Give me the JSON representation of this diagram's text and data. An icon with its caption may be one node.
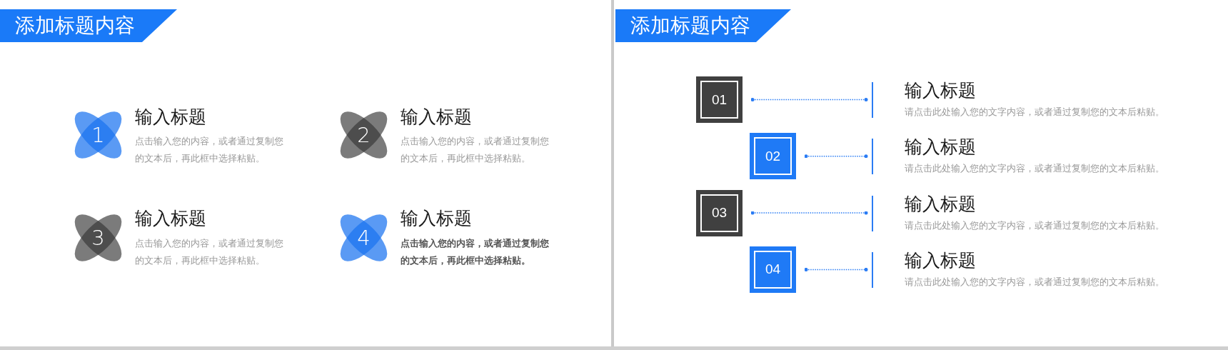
{
  "diagram": {
    "nodes": [
      {
        "text": [
          "添加标题内容"
        ]
      },
      {
        "text": [
          "1"
        ],
        "beside": [
          "输入标题",
          "点击输入您的内容，或者通过复制您的文本后，再此框中选择粘贴。"
        ]
      },
      {
        "text": [
          "2"
        ],
        "beside": [
          "输入标题",
          "点击输入您的内容，或者通过复制您的文本后，再此框中选择粘贴。"
        ]
      },
      {
        "text": [
          "3"
        ],
        "beside": [
          "输入标题",
          "点击输入您的内容，或者通过复制您的文本后，再此框中选择粘贴。"
        ]
      },
      {
        "text": [
          "4"
        ],
        "beside": [
          "输入标题",
          "点击输入您的内容，或者通过复制您的文本后，再此框中选择粘贴。"
        ]
      },
      {
        "text": [
          "添加标题内容"
        ]
      },
      {
        "text": [
          "01"
        ],
        "beside": [
          "输入标题",
          "请点击此处输入您的文字内容，或者通过复制您的文本后粘贴。"
        ]
      },
      {
        "text": [],
        "shape": "bar"
      },
      {
        "text": [
          "02"
        ],
        "beside": [
          "输入标题",
          "请点击此处输入您的文字内容，或者通过复制您的文本后粘贴。"
        ]
      },
      {
        "text": [],
        "shape": "bar"
      },
      {
        "text": [
          "03"
        ],
        "beside": [
          "输入标题",
          "请点击此处输入您的文字内容，或者通过复制您的文本后粘贴。"
        ]
      },
      {
        "text": [],
        "shape": "bar"
      },
      {
        "text": [
          "04"
        ],
        "beside": [
          "输入标题",
          "请点击此处输入您的文字内容，或者通过复制您的文本后粘贴。"
        ]
      },
      {
        "text": [],
        "shape": "bar"
      }
    ],
    "edges": [
      {
        "from": 6,
        "to": 7,
        "arrow": "other",
        "style": "dashed"
      },
      {
        "from": 8,
        "to": 9,
        "arrow": "other",
        "style": "dashed"
      },
      {
        "from": 10,
        "to": 11,
        "arrow": "other",
        "style": "dashed"
      },
      {
        "from": 12,
        "to": 13,
        "arrow": "other",
        "style": "dashed"
      }
    ]
  }
}
